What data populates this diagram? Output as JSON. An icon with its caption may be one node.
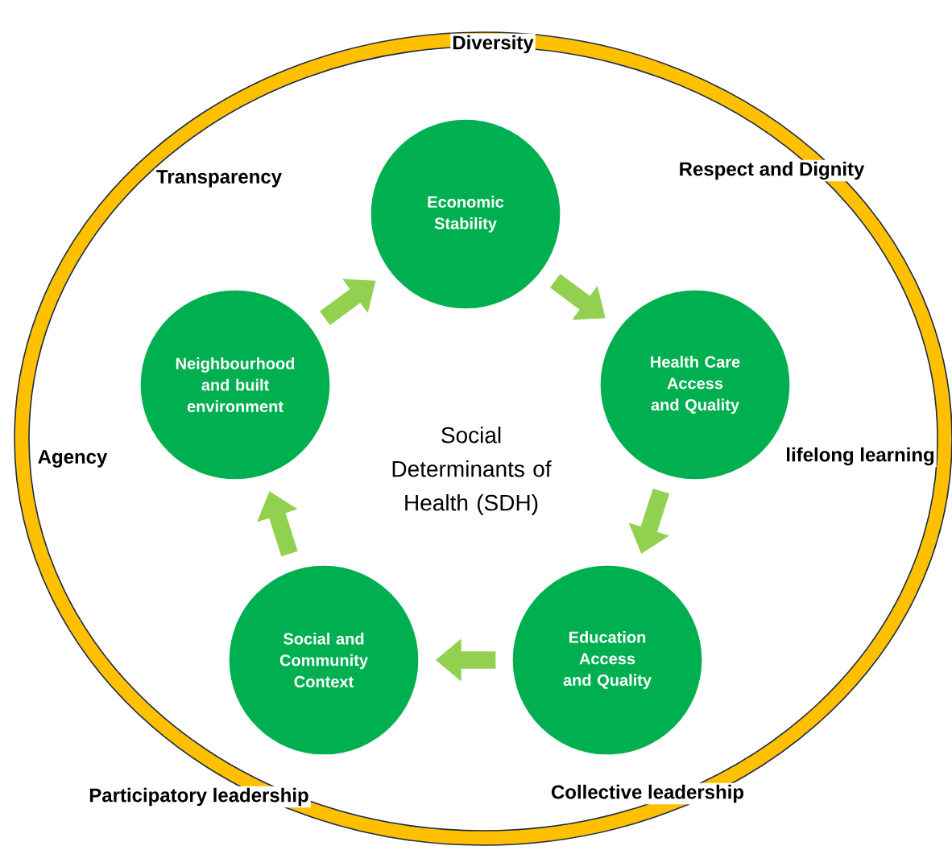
{
  "diagram": {
    "nodes": [
      {
        "text": [
          "Economic Stability"
        ]
      },
      {
        "text": [
          "Neighbourhood and built environment"
        ]
      },
      {
        "text": [
          "Health Care Access and Quality"
        ]
      },
      {
        "text": [
          "Social and Community Context"
        ]
      },
      {
        "text": [
          "Education Access and Quality"
        ]
      }
    ],
    "edges": [
      {
        "from": 0,
        "to": 2,
        "arrow": "to"
      },
      {
        "from": 2,
        "to": 4,
        "arrow": "to"
      },
      {
        "from": 4,
        "to": 3,
        "arrow": "to"
      },
      {
        "from": 3,
        "to": 1,
        "arrow": "to"
      },
      {
        "from": 1,
        "to": 0,
        "arrow": "to"
      }
    ],
    "labels": [
      "Diversity",
      "Transparency",
      "Respect and Dignity",
      "Social Determinants of Health (SDH)",
      "Agency",
      "lifelong learning",
      "Participatory leadership",
      "Collective leadership"
    ]
  }
}
